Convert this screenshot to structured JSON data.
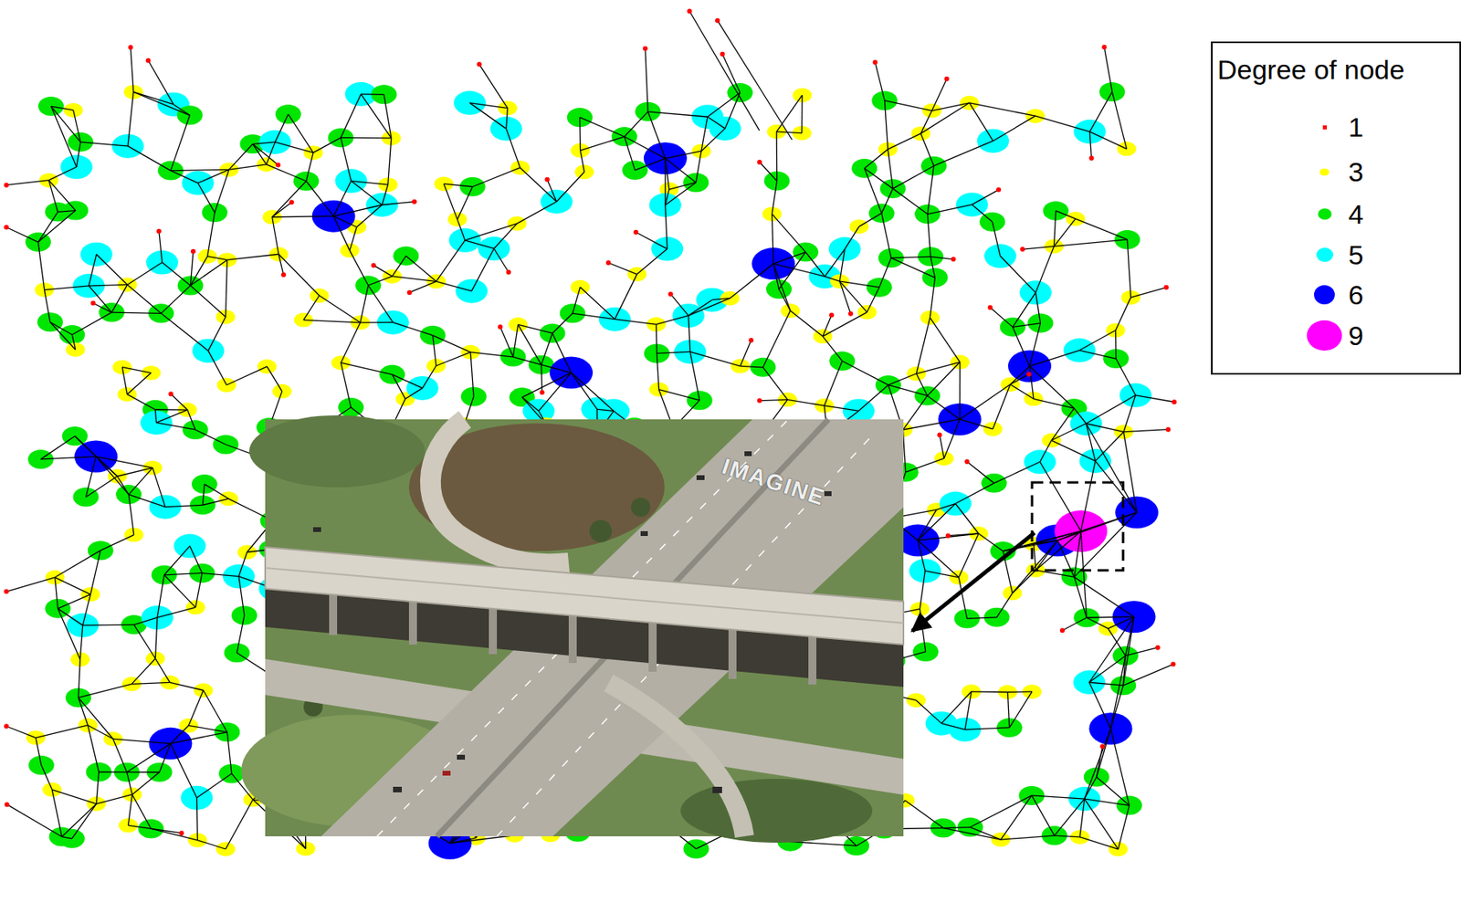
{
  "diagram": {
    "nodes": [
      {
        "text": [
          "Degree of node"
        ]
      }
    ],
    "labels": [
      "IMAGINE"
    ],
    "legend": [
      {
        "text": "1",
        "color": "#ff0000"
      },
      {
        "text": "3",
        "color": "#ffff00"
      },
      {
        "text": "4",
        "color": "#00e600"
      },
      {
        "text": "5",
        "color": "#00ffff"
      },
      {
        "text": "6",
        "color": "#0000ff"
      },
      {
        "text": "9",
        "color": "#ff00ff"
      }
    ]
  }
}
